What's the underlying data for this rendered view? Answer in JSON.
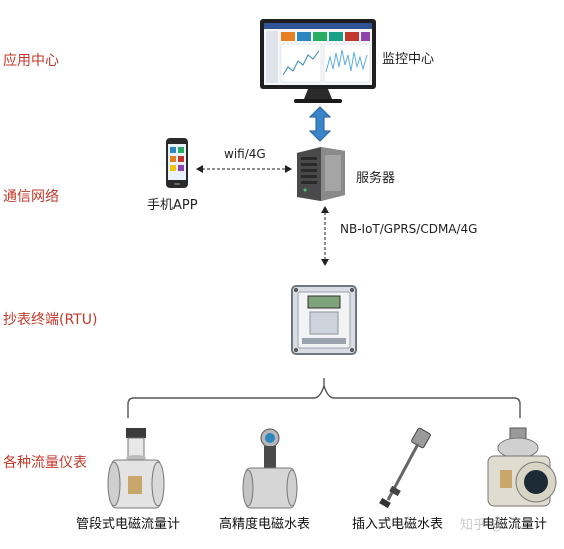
{
  "layers": {
    "app_center": "应用中心",
    "comm_network": "通信网络",
    "rtu": "抄表终端(RTU)",
    "meters": "各种流量仪表"
  },
  "nodes": {
    "monitor": "监控中心",
    "server": "服务器",
    "phone": "手机APP"
  },
  "links": {
    "wifi": "wifi/4G",
    "nbiot": "NB-IoT/GPRS/CDMA/4G"
  },
  "devices": [
    "管段式电磁流量计",
    "高精度电磁水表",
    "插入式电磁水表",
    "电磁流量计"
  ],
  "watermark": "知乎 @",
  "colors": {
    "layer_label": "#c0392b",
    "arrow_blue": "#3a86c8"
  }
}
